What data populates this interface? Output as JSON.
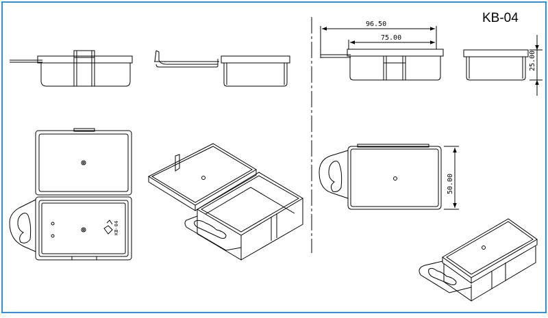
{
  "drawing": {
    "model_code": "KB-04",
    "dimensions": {
      "overall_width": "96.50",
      "body_width": "75.00",
      "height": "25.00",
      "depth": "50.00"
    },
    "lid_mark": "KB-04"
  },
  "colors": {
    "frame": "#2f8fe0",
    "line": "#000000",
    "background": "#ffffff"
  }
}
